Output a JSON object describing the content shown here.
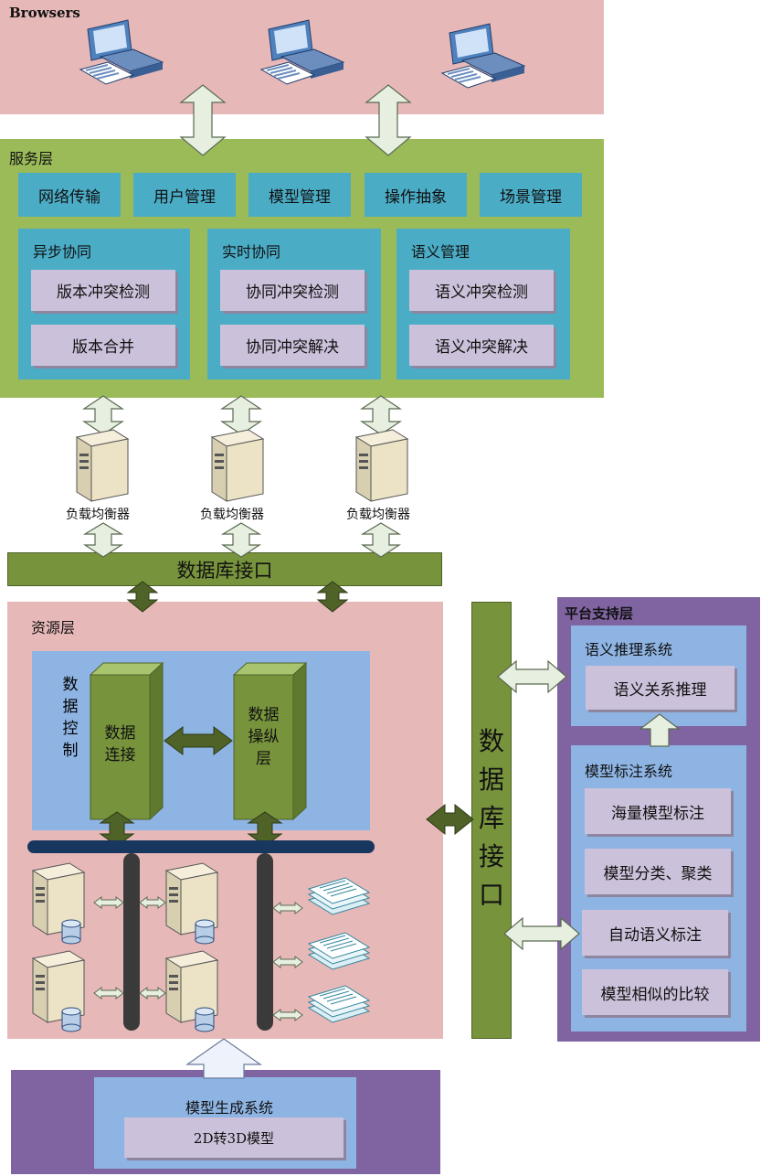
{
  "browsers": {
    "title": "Browsers"
  },
  "service_layer": {
    "title": "服务层",
    "modules": [
      "网络传输",
      "用户管理",
      "模型管理",
      "操作抽象",
      "场景管理"
    ],
    "groups": [
      {
        "title": "异步协同",
        "items": [
          "版本冲突检测",
          "版本合并"
        ]
      },
      {
        "title": "实时协同",
        "items": [
          "协同冲突检测",
          "协同冲突解决"
        ]
      },
      {
        "title": "语义管理",
        "items": [
          "语义冲突检测",
          "语义冲突解决"
        ]
      }
    ]
  },
  "load_balancers": [
    "负载均衡器",
    "负载均衡器",
    "负载均衡器"
  ],
  "db_interface_h": "数据库接口",
  "db_interface_v": [
    "数",
    "据",
    "库",
    "接",
    "口"
  ],
  "resource_layer": {
    "title": "资源层",
    "data_control": [
      "数",
      "据",
      "控",
      "制"
    ],
    "data_connect": [
      "数据",
      "连接"
    ],
    "data_ops": [
      "数据",
      "操纵",
      "层"
    ]
  },
  "platform_layer": {
    "title": "平台支持层",
    "reasoning": {
      "title": "语义推理系统",
      "item": "语义关系推理"
    },
    "annotation": {
      "title": "模型标注系统",
      "items": [
        "海量模型标注",
        "模型分类、聚类",
        "自动语义标注",
        "模型相似的比较"
      ]
    }
  },
  "generation": {
    "title": "模型生成系统",
    "item": "2D转3D模型"
  },
  "colors": {
    "browser_bg": "#e7b8b8",
    "service_bg": "#9bbb59",
    "module_bg": "#4bacc6",
    "item_bg": "#ccc1da",
    "inner_blue": "#8eb4e3",
    "platform_bg": "#8064a2",
    "db_interface": "#77933c"
  }
}
